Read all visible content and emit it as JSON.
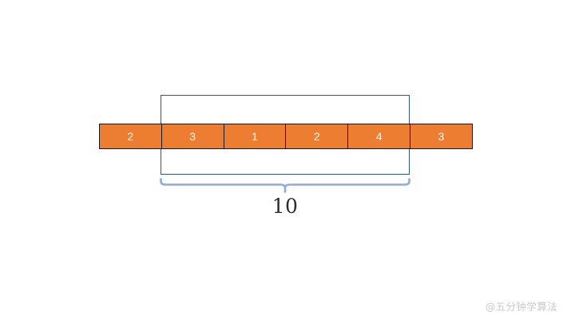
{
  "diagram": {
    "title": "subarray-sum-highlight",
    "background_color": "#ffffff",
    "array": {
      "name": "array-bar",
      "fill_color": "#ed7d31",
      "border_color": "#18181c",
      "text_color": "#ffffff",
      "cells": [
        {
          "value": "2"
        },
        {
          "value": "3"
        },
        {
          "value": "1"
        },
        {
          "value": "2"
        },
        {
          "value": "4"
        },
        {
          "value": "3"
        }
      ]
    },
    "window": {
      "name": "window-rect",
      "stroke_color": "#2e5496",
      "covers_cells": "indices 1 through 4"
    },
    "brace": {
      "name": "sum-brace",
      "stroke_color": "#8faadc"
    },
    "sum_label": "10"
  },
  "watermark": {
    "text": "@五分钟学算法",
    "color": "#c9c9c9"
  }
}
